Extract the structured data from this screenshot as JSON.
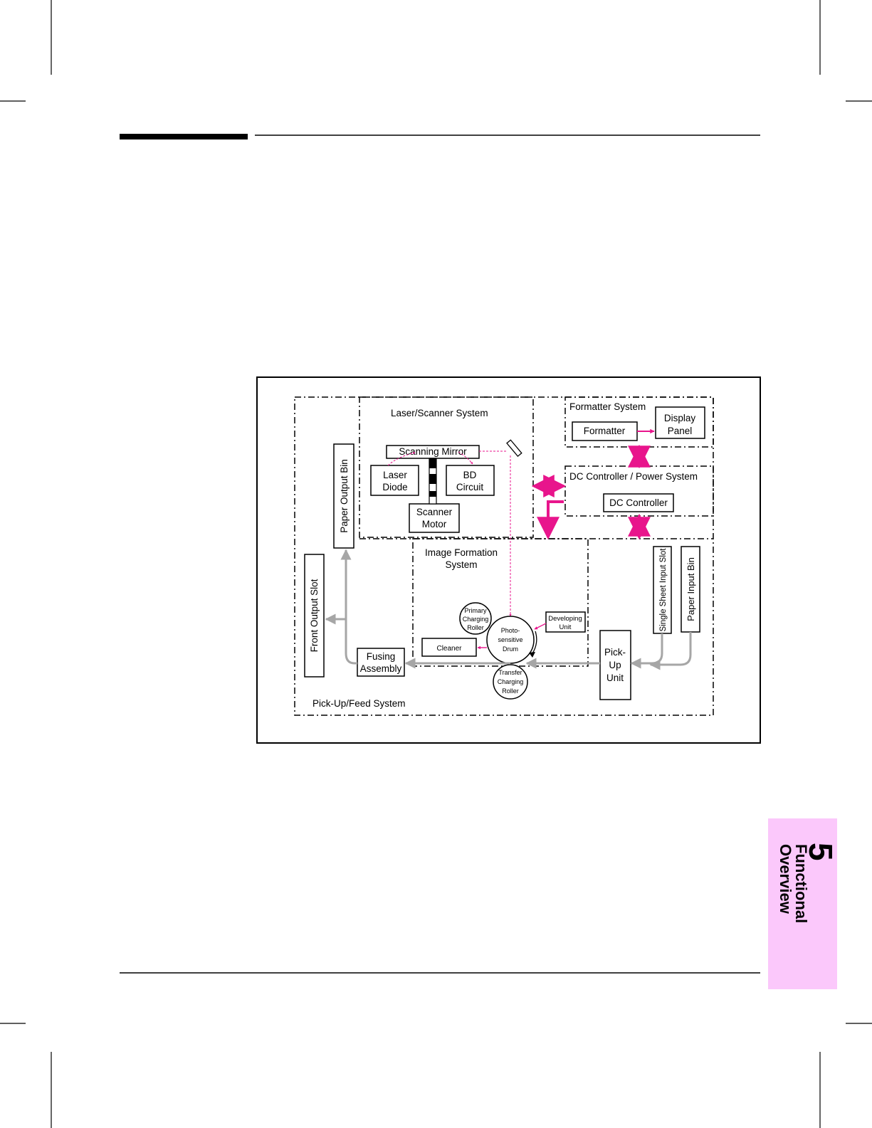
{
  "diagram": {
    "systems": {
      "laser_scanner": "Laser/Scanner System",
      "formatter": "Formatter System",
      "dc_controller": "DC Controller / Power System",
      "image_formation": [
        "Image Formation",
        "System"
      ],
      "pickup_feed": "Pick-Up/Feed System"
    },
    "components": {
      "scanning_mirror": "Scanning Mirror",
      "laser_diode": [
        "Laser",
        "Diode"
      ],
      "bd_circuit": [
        "BD",
        "Circuit"
      ],
      "scanner_motor": [
        "Scanner",
        "Motor"
      ],
      "formatter": "Formatter",
      "display_panel": [
        "Display",
        "Panel"
      ],
      "dc_controller": "DC Controller",
      "paper_output_bin": "Paper Output Bin",
      "front_output_slot": "Front Output Slot",
      "fusing_assembly": [
        "Fusing",
        "Assembly"
      ],
      "cleaner": "Cleaner",
      "primary_charging_roller": [
        "Primary",
        "Charging",
        "Roller"
      ],
      "photosensitive_drum": [
        "Photo-",
        "sensitive",
        "Drum"
      ],
      "developing_unit": [
        "Developing",
        "Unit"
      ],
      "transfer_charging_roller": [
        "Transfer",
        "Charging",
        "Roller"
      ],
      "pickup_unit": [
        "Pick-",
        "Up",
        "Unit"
      ],
      "single_sheet_input_slot": "Single Sheet Input Slot",
      "paper_input_bin": "Paper Input Bin"
    },
    "colors": {
      "signal": "#e8158c",
      "paper_path": "#a6a6a6"
    }
  },
  "side_tab": {
    "chapter_number": "5",
    "chapter_title_line1": "Functional",
    "chapter_title_line2": "Overview",
    "background": "#fbc8fb"
  }
}
